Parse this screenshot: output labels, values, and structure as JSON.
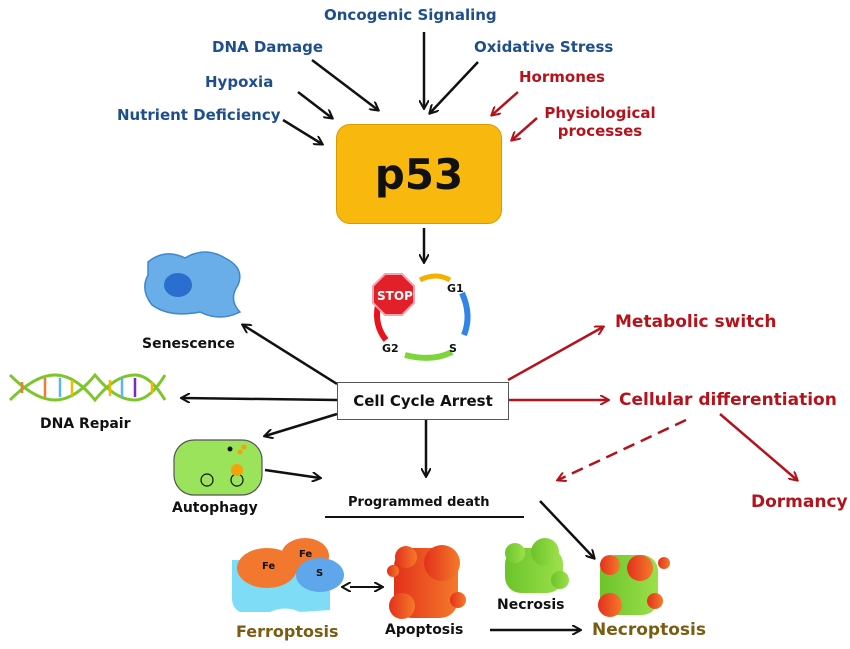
{
  "title": "p53 signaling outcomes",
  "central_node": "p53",
  "stress_inputs": {
    "blue": [
      "Oncogenic Signaling",
      "DNA Damage",
      "Oxidative Stress",
      "Hypoxia",
      "Nutrient Deficiency"
    ],
    "red": [
      "Hormones",
      "Physiological processes"
    ]
  },
  "labels": {
    "oncogenic": "Oncogenic Signaling",
    "dna_damage": "DNA Damage",
    "oxidative": "Oxidative Stress",
    "hypoxia": "Hypoxia",
    "nutrient": "Nutrient Deficiency",
    "hormones": "Hormones",
    "physio_1": "Physiological",
    "physio_2": "processes",
    "p53": "p53",
    "stop": "STOP",
    "g1": "G1",
    "s": "S",
    "g2": "G2",
    "cell_cycle_arrest": "Cell Cycle Arrest",
    "senescence": "Senescence",
    "dna_repair": "DNA Repair",
    "autophagy": "Autophagy",
    "metabolic_switch": "Metabolic switch",
    "cellular_differentiation": "Cellular differentiation",
    "dormancy": "Dormancy",
    "programmed_death": "Programmed death",
    "ferroptosis": "Ferroptosis",
    "apoptosis": "Apoptosis",
    "necrosis": "Necrosis",
    "necroptosis": "Necroptosis",
    "fe": "Fe",
    "sulfur": "S"
  },
  "colors": {
    "blue_text": "#1f4e8c",
    "red_text": "#b5121b",
    "olive_text": "#7a5c12",
    "p53_fill": "#f8b80e"
  }
}
